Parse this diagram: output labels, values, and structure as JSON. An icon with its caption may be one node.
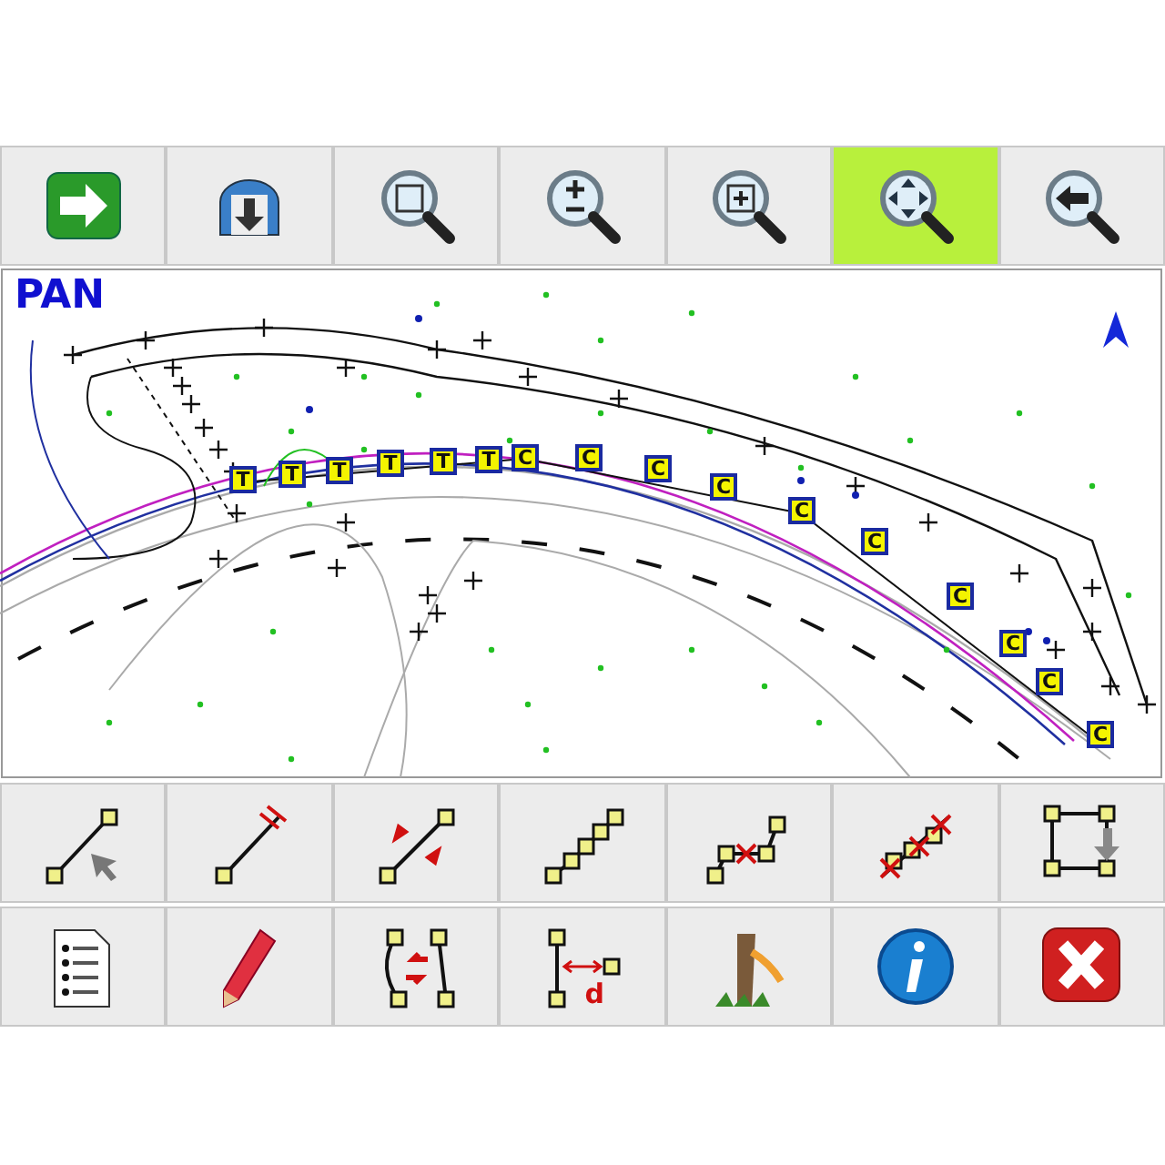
{
  "diagram": {
    "labels": [
      "PAN",
      "T",
      "T",
      "T",
      "T",
      "T",
      "T",
      "C",
      "C",
      "C",
      "C",
      "C",
      "C",
      "C",
      "C",
      "C",
      "C",
      "d"
    ]
  }
}
